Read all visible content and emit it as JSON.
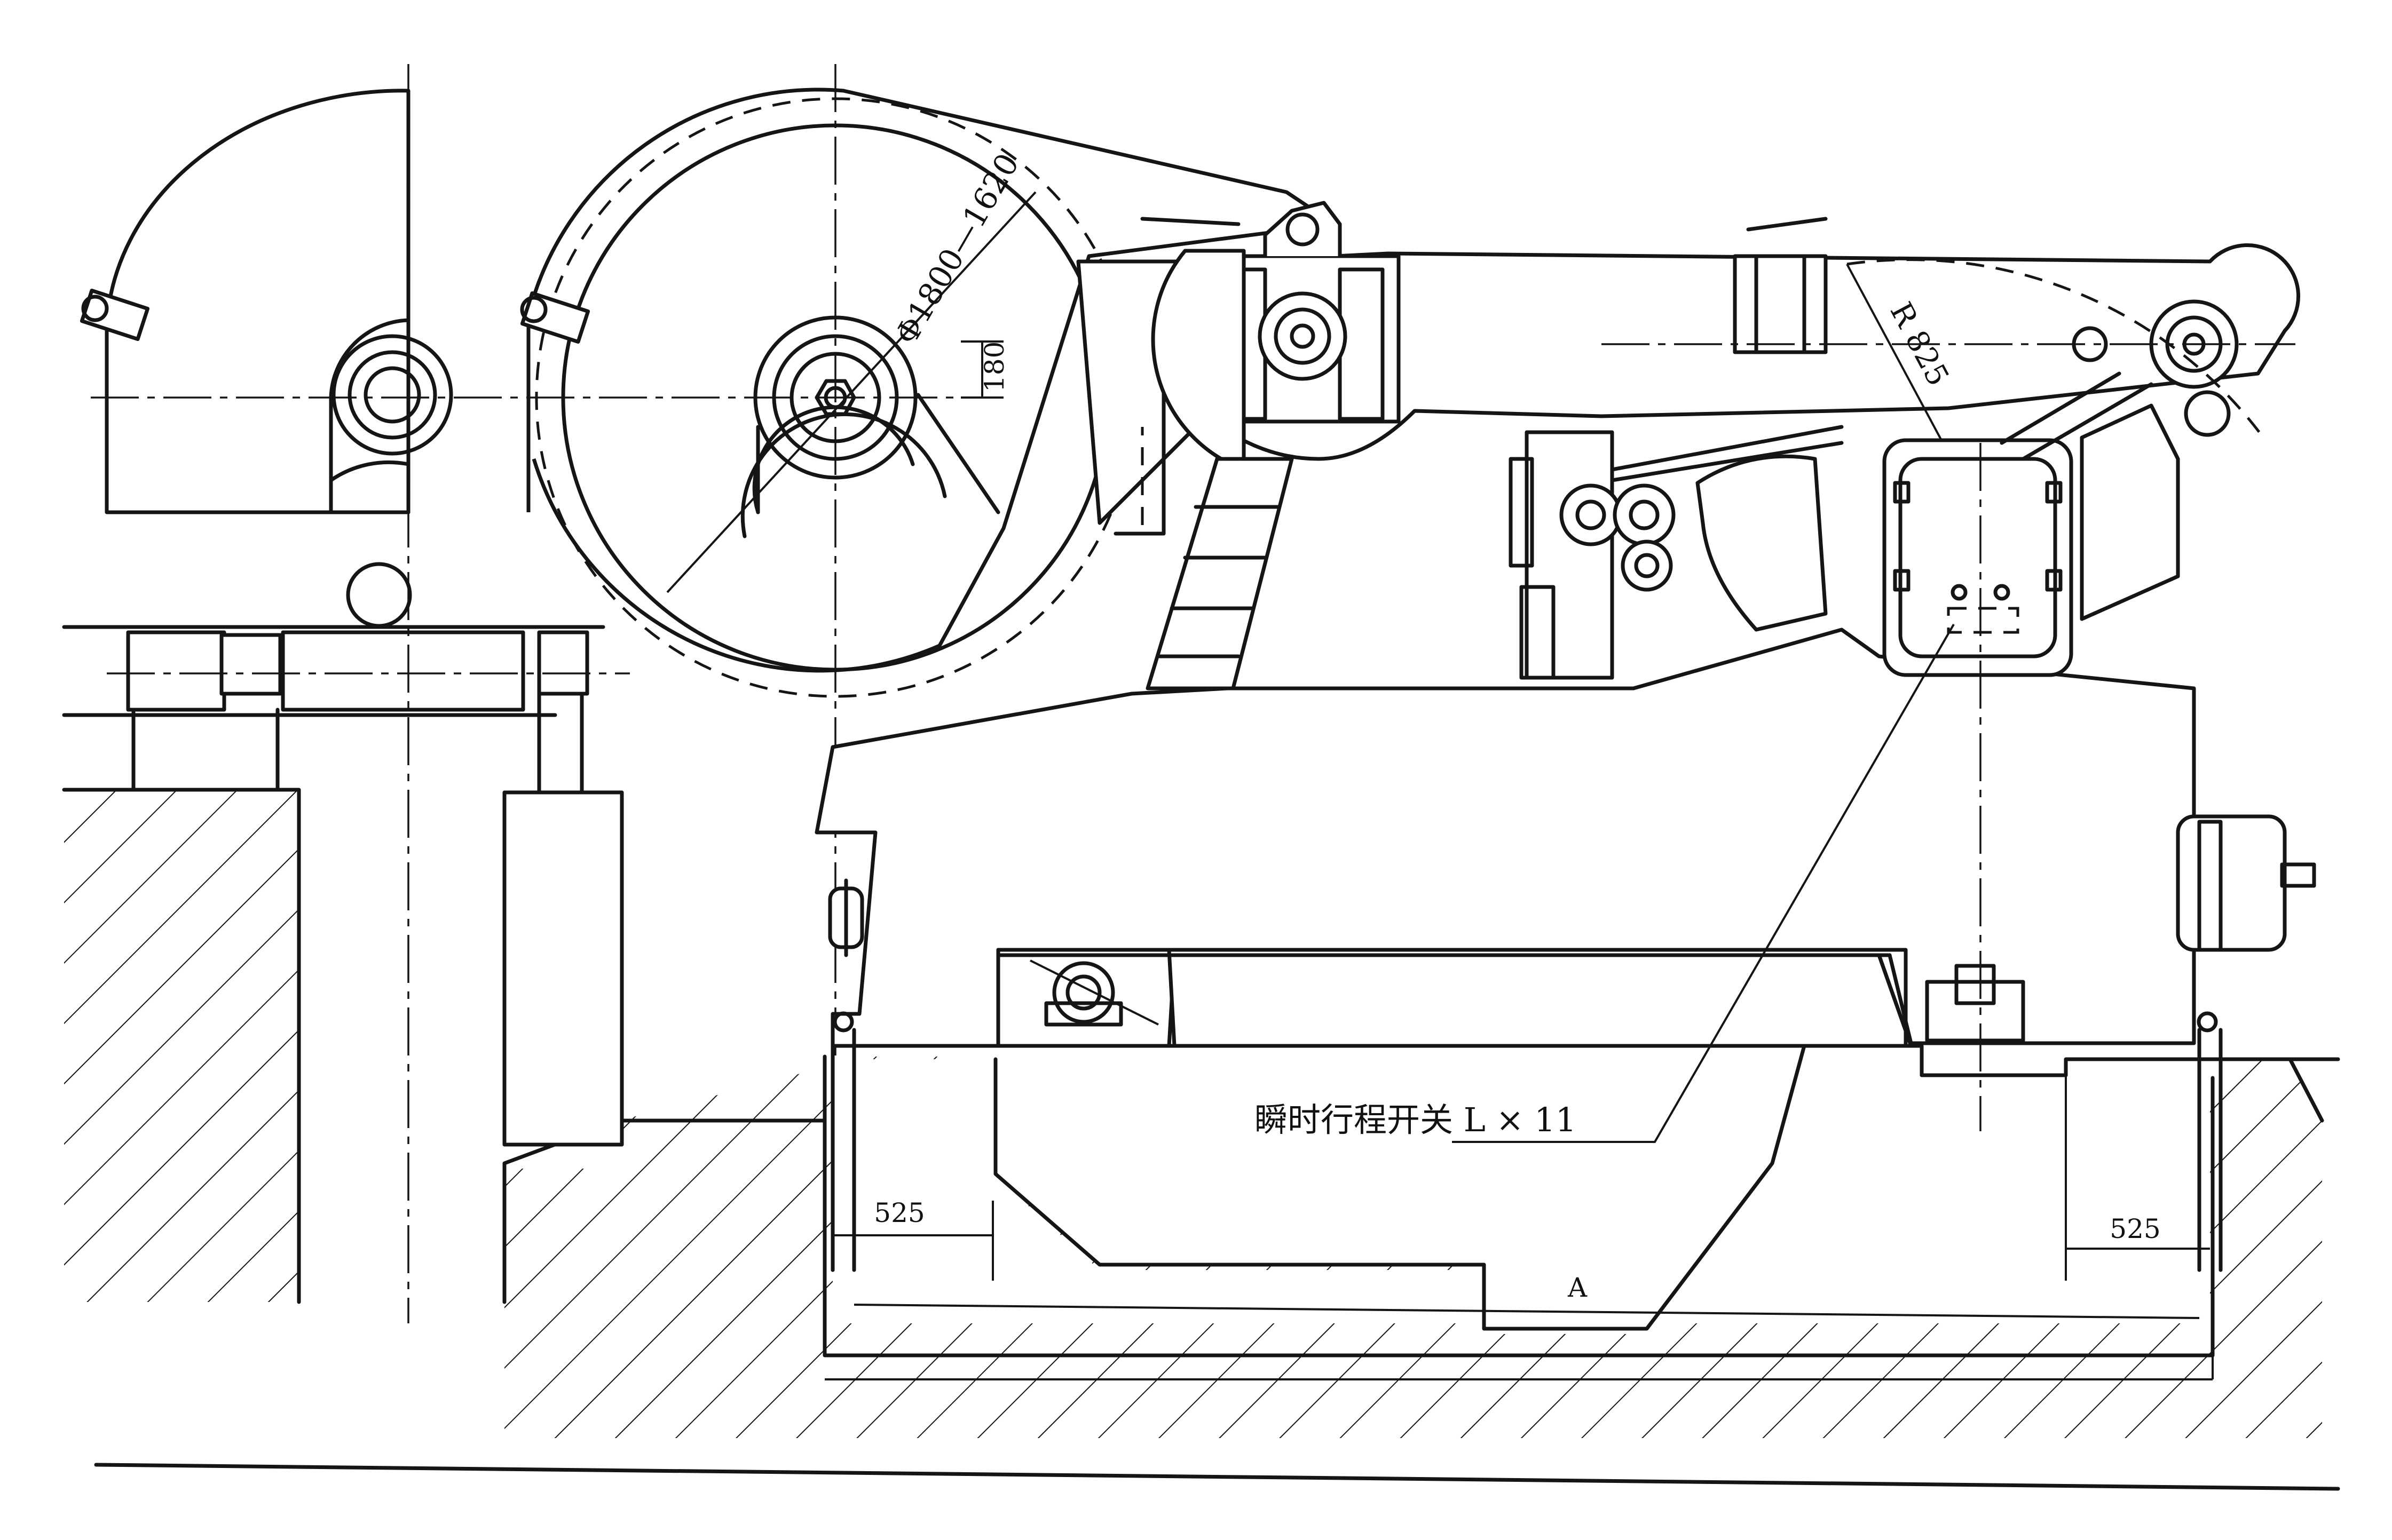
{
  "labels": {
    "flywheel_diameter": "Φ1800—1620",
    "offset_180": "180",
    "radius": "R 825",
    "switch_note": "瞬时行程开关 L × 11",
    "dim_left": "525",
    "dim_right": "525",
    "dim_a": "A"
  }
}
